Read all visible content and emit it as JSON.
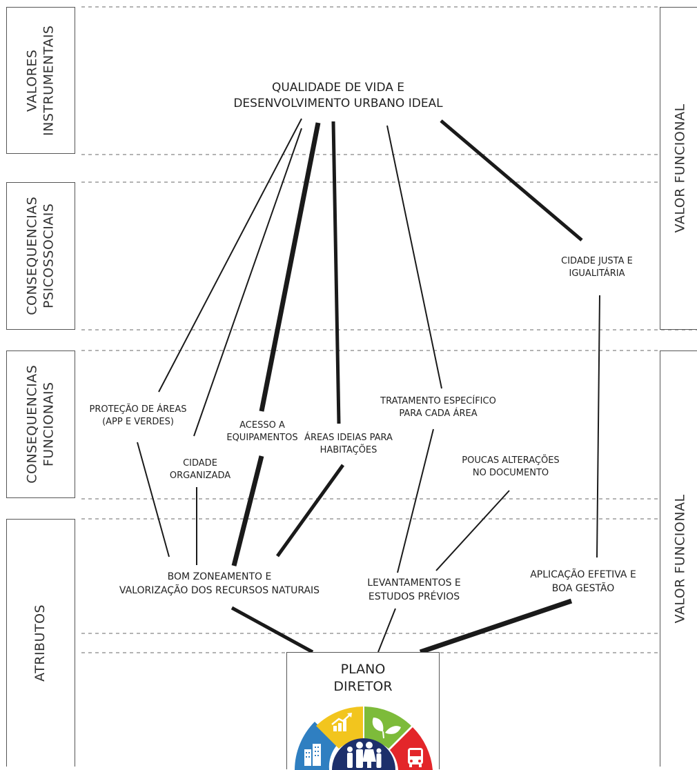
{
  "bands": {
    "valores_instrumentais": [
      "VALORES",
      "INSTRUMENTAIS"
    ],
    "consequencias_psicossociais": [
      "CONSEQUENCIAS",
      "PSICOSSOCIAIS"
    ],
    "consequencias_funcionais": [
      "CONSEQUENCIAS",
      "FUNCIONAIS"
    ],
    "atributos": [
      "ATRIBUTOS"
    ],
    "valor_funcional_top": [
      "VALOR FUNCIONAL"
    ],
    "valor_funcional_bottom": [
      "VALOR FUNCIONAL"
    ]
  },
  "nodes": {
    "qualidade": [
      "QUALIDADE DE VIDA E",
      "DESENVOLVIMENTO URBANO IDEAL"
    ],
    "cidade_justa": [
      "CIDADE JUSTA E",
      "IGUALITÁRIA"
    ],
    "protecao": [
      "PROTEÇÃO DE ÁREAS",
      "(APP E VERDES)"
    ],
    "acesso": [
      "ACESSO A",
      "EQUIPAMENTOS"
    ],
    "areas_ideias": [
      "ÁREAS IDEIAS PARA",
      "HABITAÇÕES"
    ],
    "tratamento": [
      "TRATAMENTO ESPECÍFICO",
      "PARA CADA ÁREA"
    ],
    "poucas": [
      "POUCAS ALTERAÇÕES",
      "NO DOCUMENTO"
    ],
    "cidade_organizada": [
      "CIDADE",
      "ORGANIZADA"
    ],
    "bom_zoneamento": [
      "BOM ZONEAMENTO  E",
      "VALORIZAÇÃO DOS RECURSOS NATURAIS"
    ],
    "levantamentos": [
      "LEVANTAMENTOS E",
      "ESTUDOS PRÉVIOS"
    ],
    "aplicacao": [
      "APLICAÇÃO EFETIVA E",
      "BOA GESTÃO"
    ],
    "plano_diretor": [
      "PLANO",
      "DIRETOR"
    ]
  },
  "colors": {
    "line": "#1a1a1a",
    "dash": "#9a9a9a",
    "logo_blue": "#2f7fc1",
    "logo_yellow": "#f2c51e",
    "logo_green": "#7dbb3a",
    "logo_red": "#e3262a",
    "logo_navy": "#1d2f6b"
  },
  "logo_icons": [
    "buildings-icon",
    "growth-chart-icon",
    "leaves-icon",
    "bus-icon",
    "family-icon"
  ]
}
